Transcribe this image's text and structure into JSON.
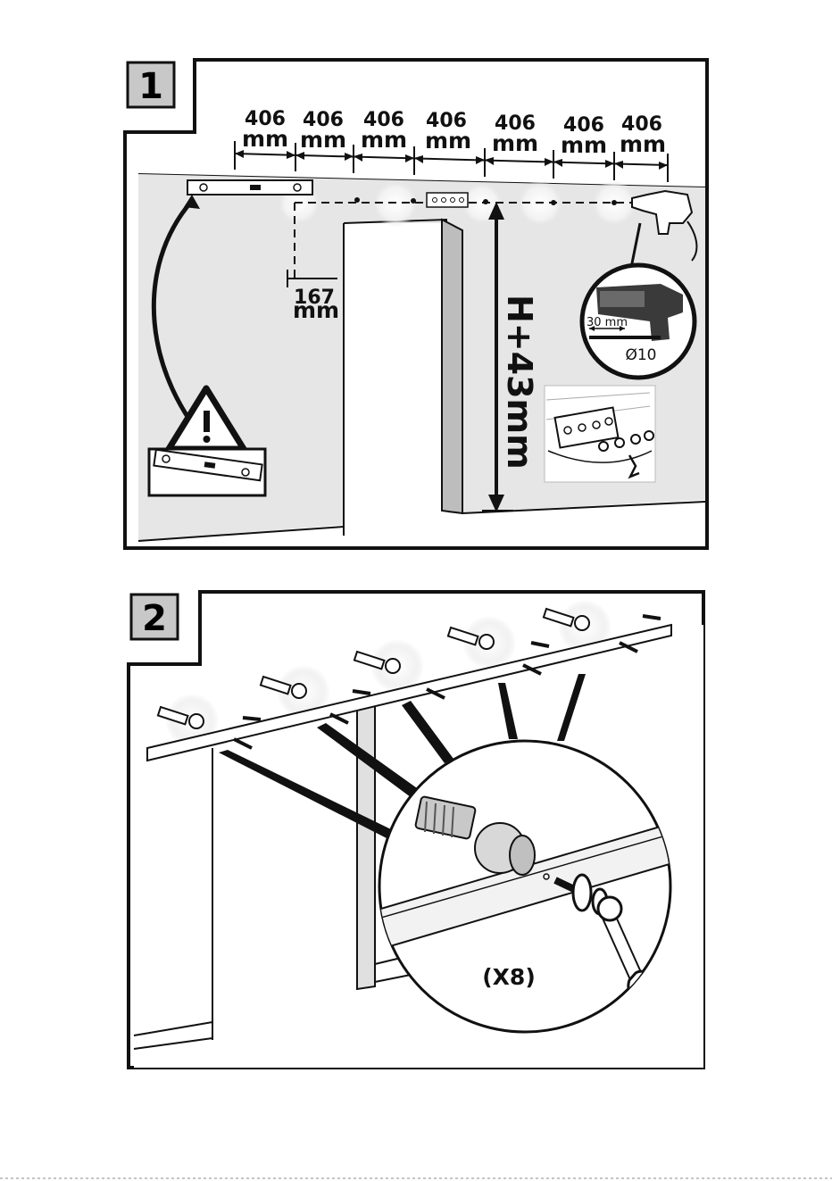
{
  "step1": {
    "number": "1",
    "dimensions": [
      {
        "value": "406",
        "unit": "mm"
      },
      {
        "value": "406",
        "unit": "mm"
      },
      {
        "value": "406",
        "unit": "mm"
      },
      {
        "value": "406",
        "unit": "mm"
      },
      {
        "value": "406",
        "unit": "mm"
      },
      {
        "value": "406",
        "unit": "mm"
      },
      {
        "value": "406",
        "unit": "mm"
      }
    ],
    "offset": {
      "value": "167",
      "unit": "mm"
    },
    "height_label": "H+43mm",
    "drill_depth": "30 mm",
    "drill_diameter": "Ø10"
  },
  "step2": {
    "number": "2",
    "quantity": "(X8)"
  },
  "colors": {
    "line": "#111111",
    "wall_shade": "#e6e6e6",
    "frame_gray": "#c8c8c8"
  }
}
